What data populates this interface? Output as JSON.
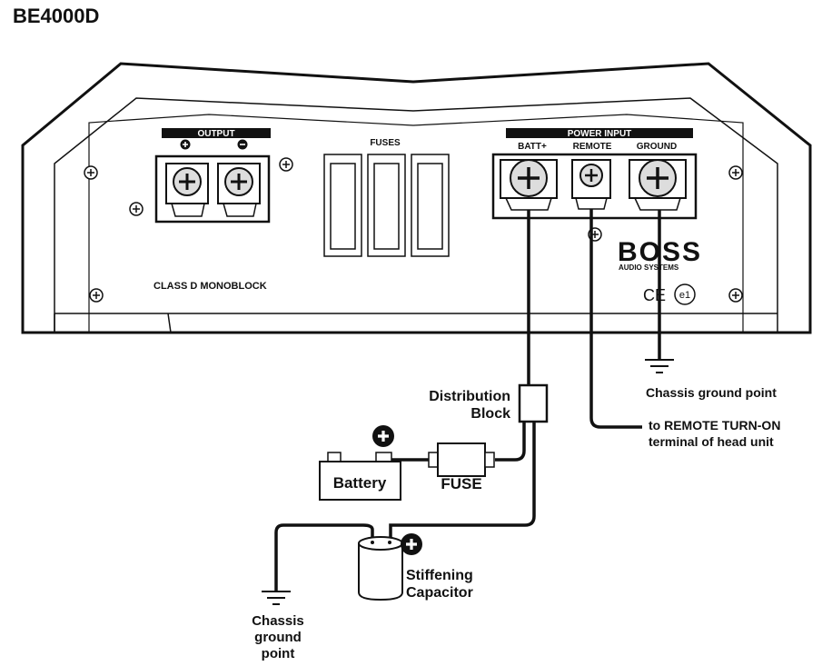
{
  "model": "BE4000D",
  "amplifier": {
    "output_label": "OUTPUT",
    "output_plus": "+",
    "output_minus": "−",
    "fuses_label": "FUSES",
    "power_input_label": "POWER INPUT",
    "batt_label": "BATT+",
    "remote_label": "REMOTE",
    "ground_label": "GROUND",
    "class_label": "CLASS D MONOBLOCK",
    "brand_logo": "BOSS",
    "brand_sub": "AUDIO SYSTEMS",
    "cert_ce": "CE",
    "cert_e1": "e1"
  },
  "wiring": {
    "distribution_block_line1": "Distribution",
    "distribution_block_line2": "Block",
    "battery_label": "Battery",
    "fuse_label": "FUSE",
    "capacitor_line1": "Stiffening",
    "capacitor_line2": "Capacitor",
    "chassis_ground": "Chassis ground point",
    "remote_line1": "to REMOTE TURN-ON",
    "remote_line2": "terminal of head unit",
    "ground2_line1": "Chassis",
    "ground2_line2": "ground",
    "ground2_line3": "point"
  },
  "icons": [
    "plus-icon",
    "screw-icon",
    "ground-symbol-icon"
  ]
}
